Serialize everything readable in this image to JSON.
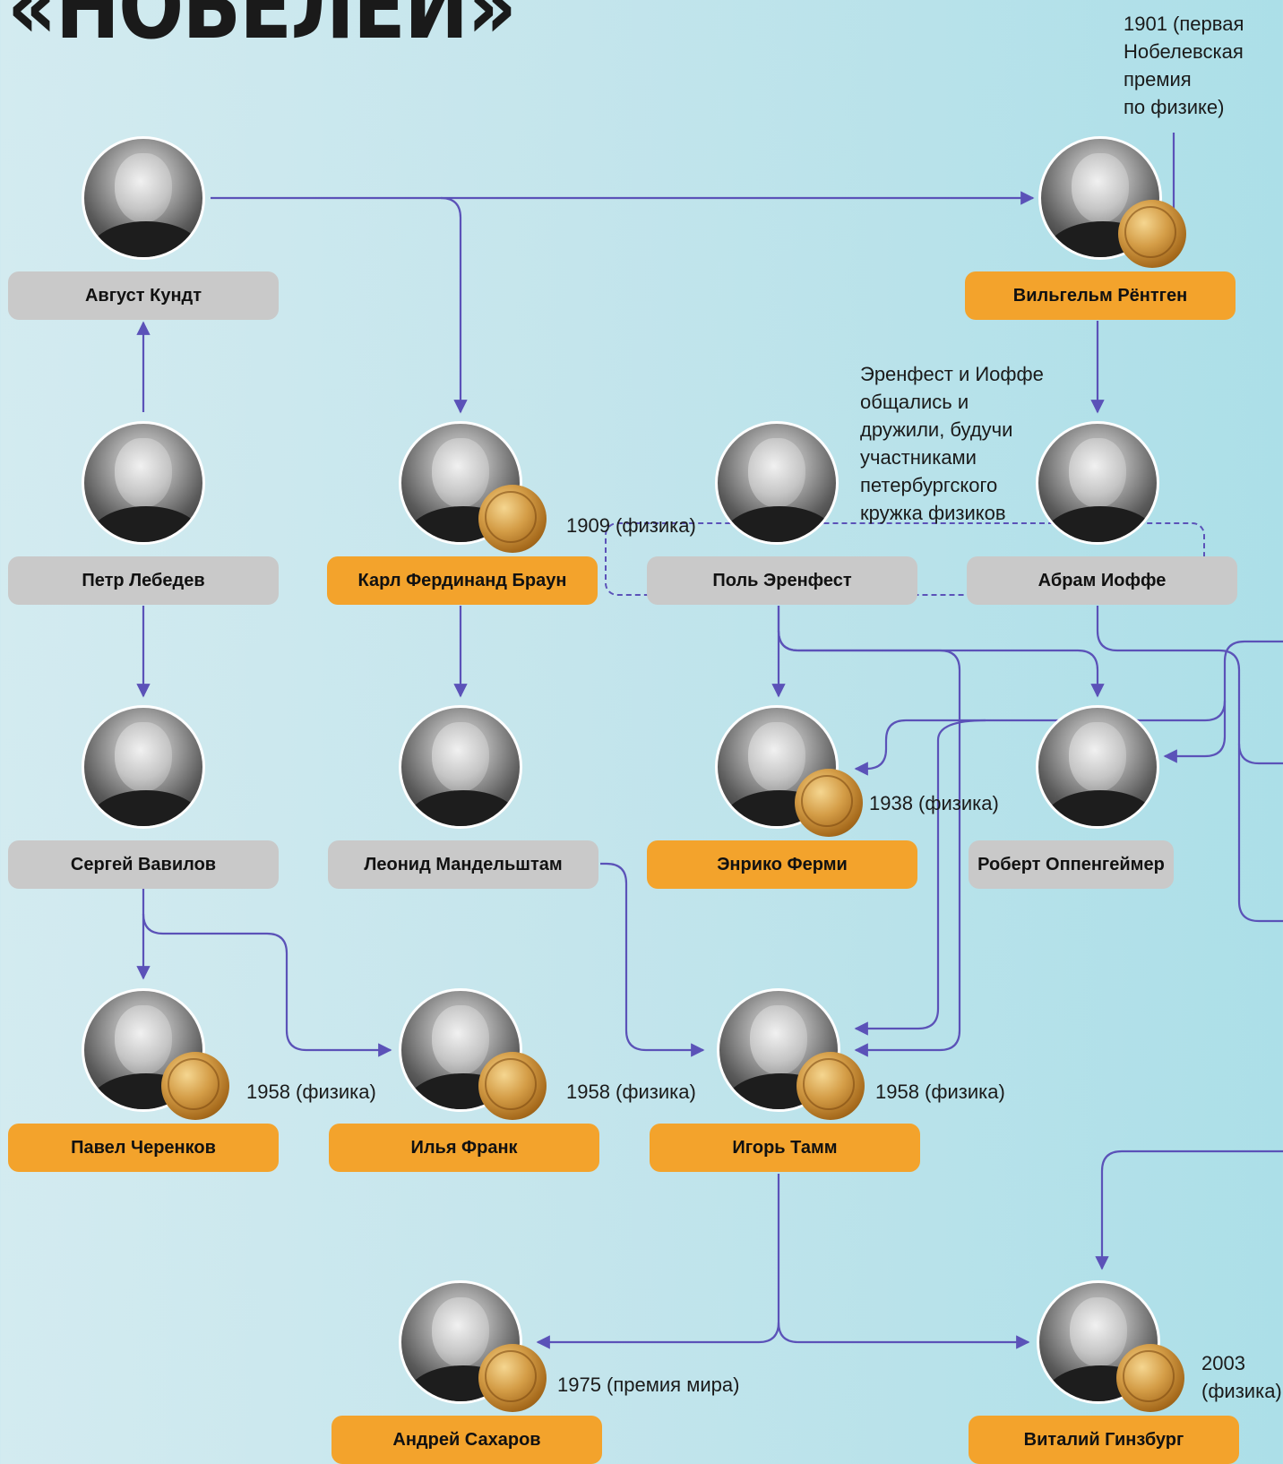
{
  "title": "«НОБЕЛЕЙ»",
  "colors": {
    "laureate": "#f3a32c",
    "mentor": "#c9c9c9",
    "arrow": "#5b52b8"
  },
  "people": {
    "kundt": {
      "name": "Август Кундт"
    },
    "roentgen": {
      "name": "Вильгельм Рёнтген",
      "prize": "1901 (первая Нобелевская премия по физике)"
    },
    "lebedev": {
      "name": "Петр Лебедев"
    },
    "braun": {
      "name": "Карл Фердинанд Браун",
      "prize": "1909 (физика)"
    },
    "ehrenfest": {
      "name": "Поль Эренфест"
    },
    "ioffe": {
      "name": "Абрам Иоффе"
    },
    "vavilov": {
      "name": "Сергей Вавилов"
    },
    "mandelstam": {
      "name": "Леонид Мандельштам"
    },
    "fermi": {
      "name": "Энрико Ферми",
      "prize": "1938 (физика)"
    },
    "oppenheimer": {
      "name": "Роберт Оппенгеймер"
    },
    "cherenkov": {
      "name": "Павел Черенков",
      "prize": "1958 (физика)"
    },
    "frank": {
      "name": "Илья Франк",
      "prize": "1958 (физика)"
    },
    "tamm": {
      "name": "Игорь Тамм",
      "prize": "1958 (физика)"
    },
    "sakharov": {
      "name": "Андрей Сахаров",
      "prize": "1975 (премия мира)"
    },
    "ginzburg": {
      "name": "Виталий Гинзбург",
      "prize": "2003 (физика)"
    }
  },
  "notes": {
    "roentgen_prize_lines": [
      "1901 (первая",
      "Нобелевская",
      "премия",
      "по физике)"
    ],
    "ginzburg_prize_lines": [
      "2003",
      "(физика)"
    ],
    "friendship_lines": [
      "Эренфест и Иоффе",
      "общались и",
      "дружили, будучи",
      "участниками",
      "петербургского",
      "кружка физиков"
    ]
  }
}
